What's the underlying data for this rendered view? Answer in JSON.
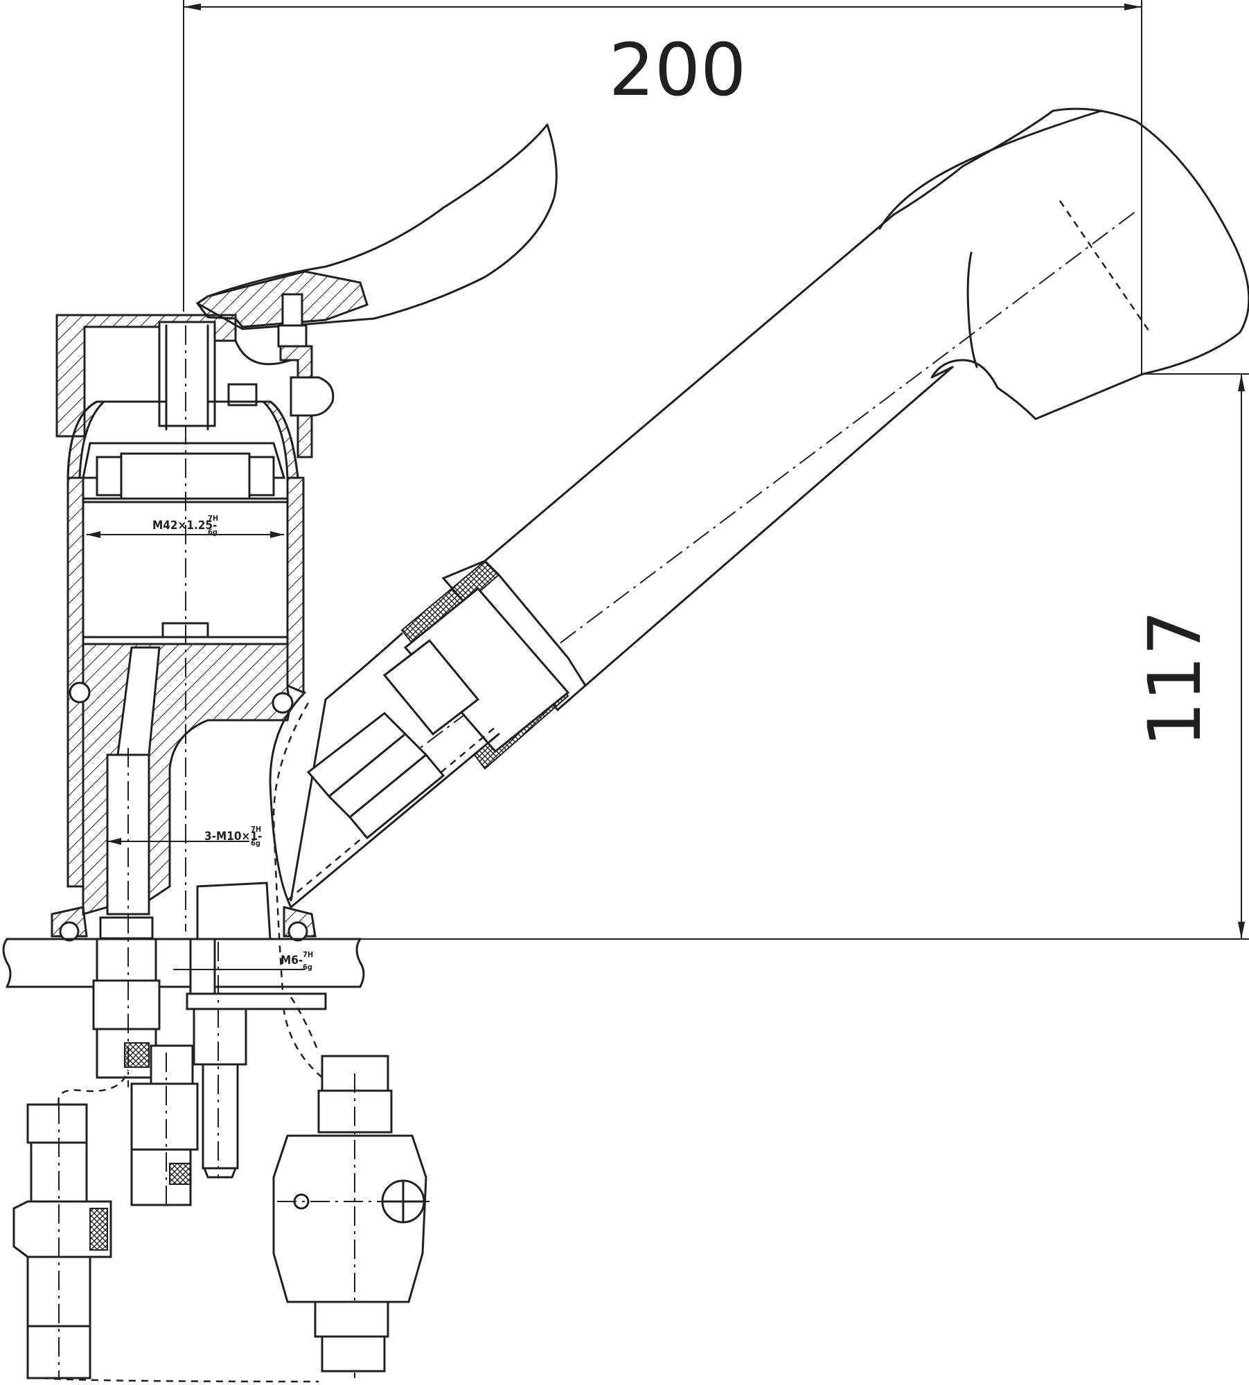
{
  "dimensions": {
    "width_label": "200",
    "height_label": "117"
  },
  "threads": {
    "cartridge": "M42×1.25-",
    "cartridge_tol_top": "7H",
    "cartridge_tol_bottom": "6g",
    "supply": "3-M10×1-",
    "supply_tol_top": "7H",
    "supply_tol_bottom": "6g",
    "stud": "M6-",
    "stud_tol_top": "7H",
    "stud_tol_bottom": "6g"
  },
  "colors": {
    "line": "#231f20",
    "background": "#ffffff"
  }
}
